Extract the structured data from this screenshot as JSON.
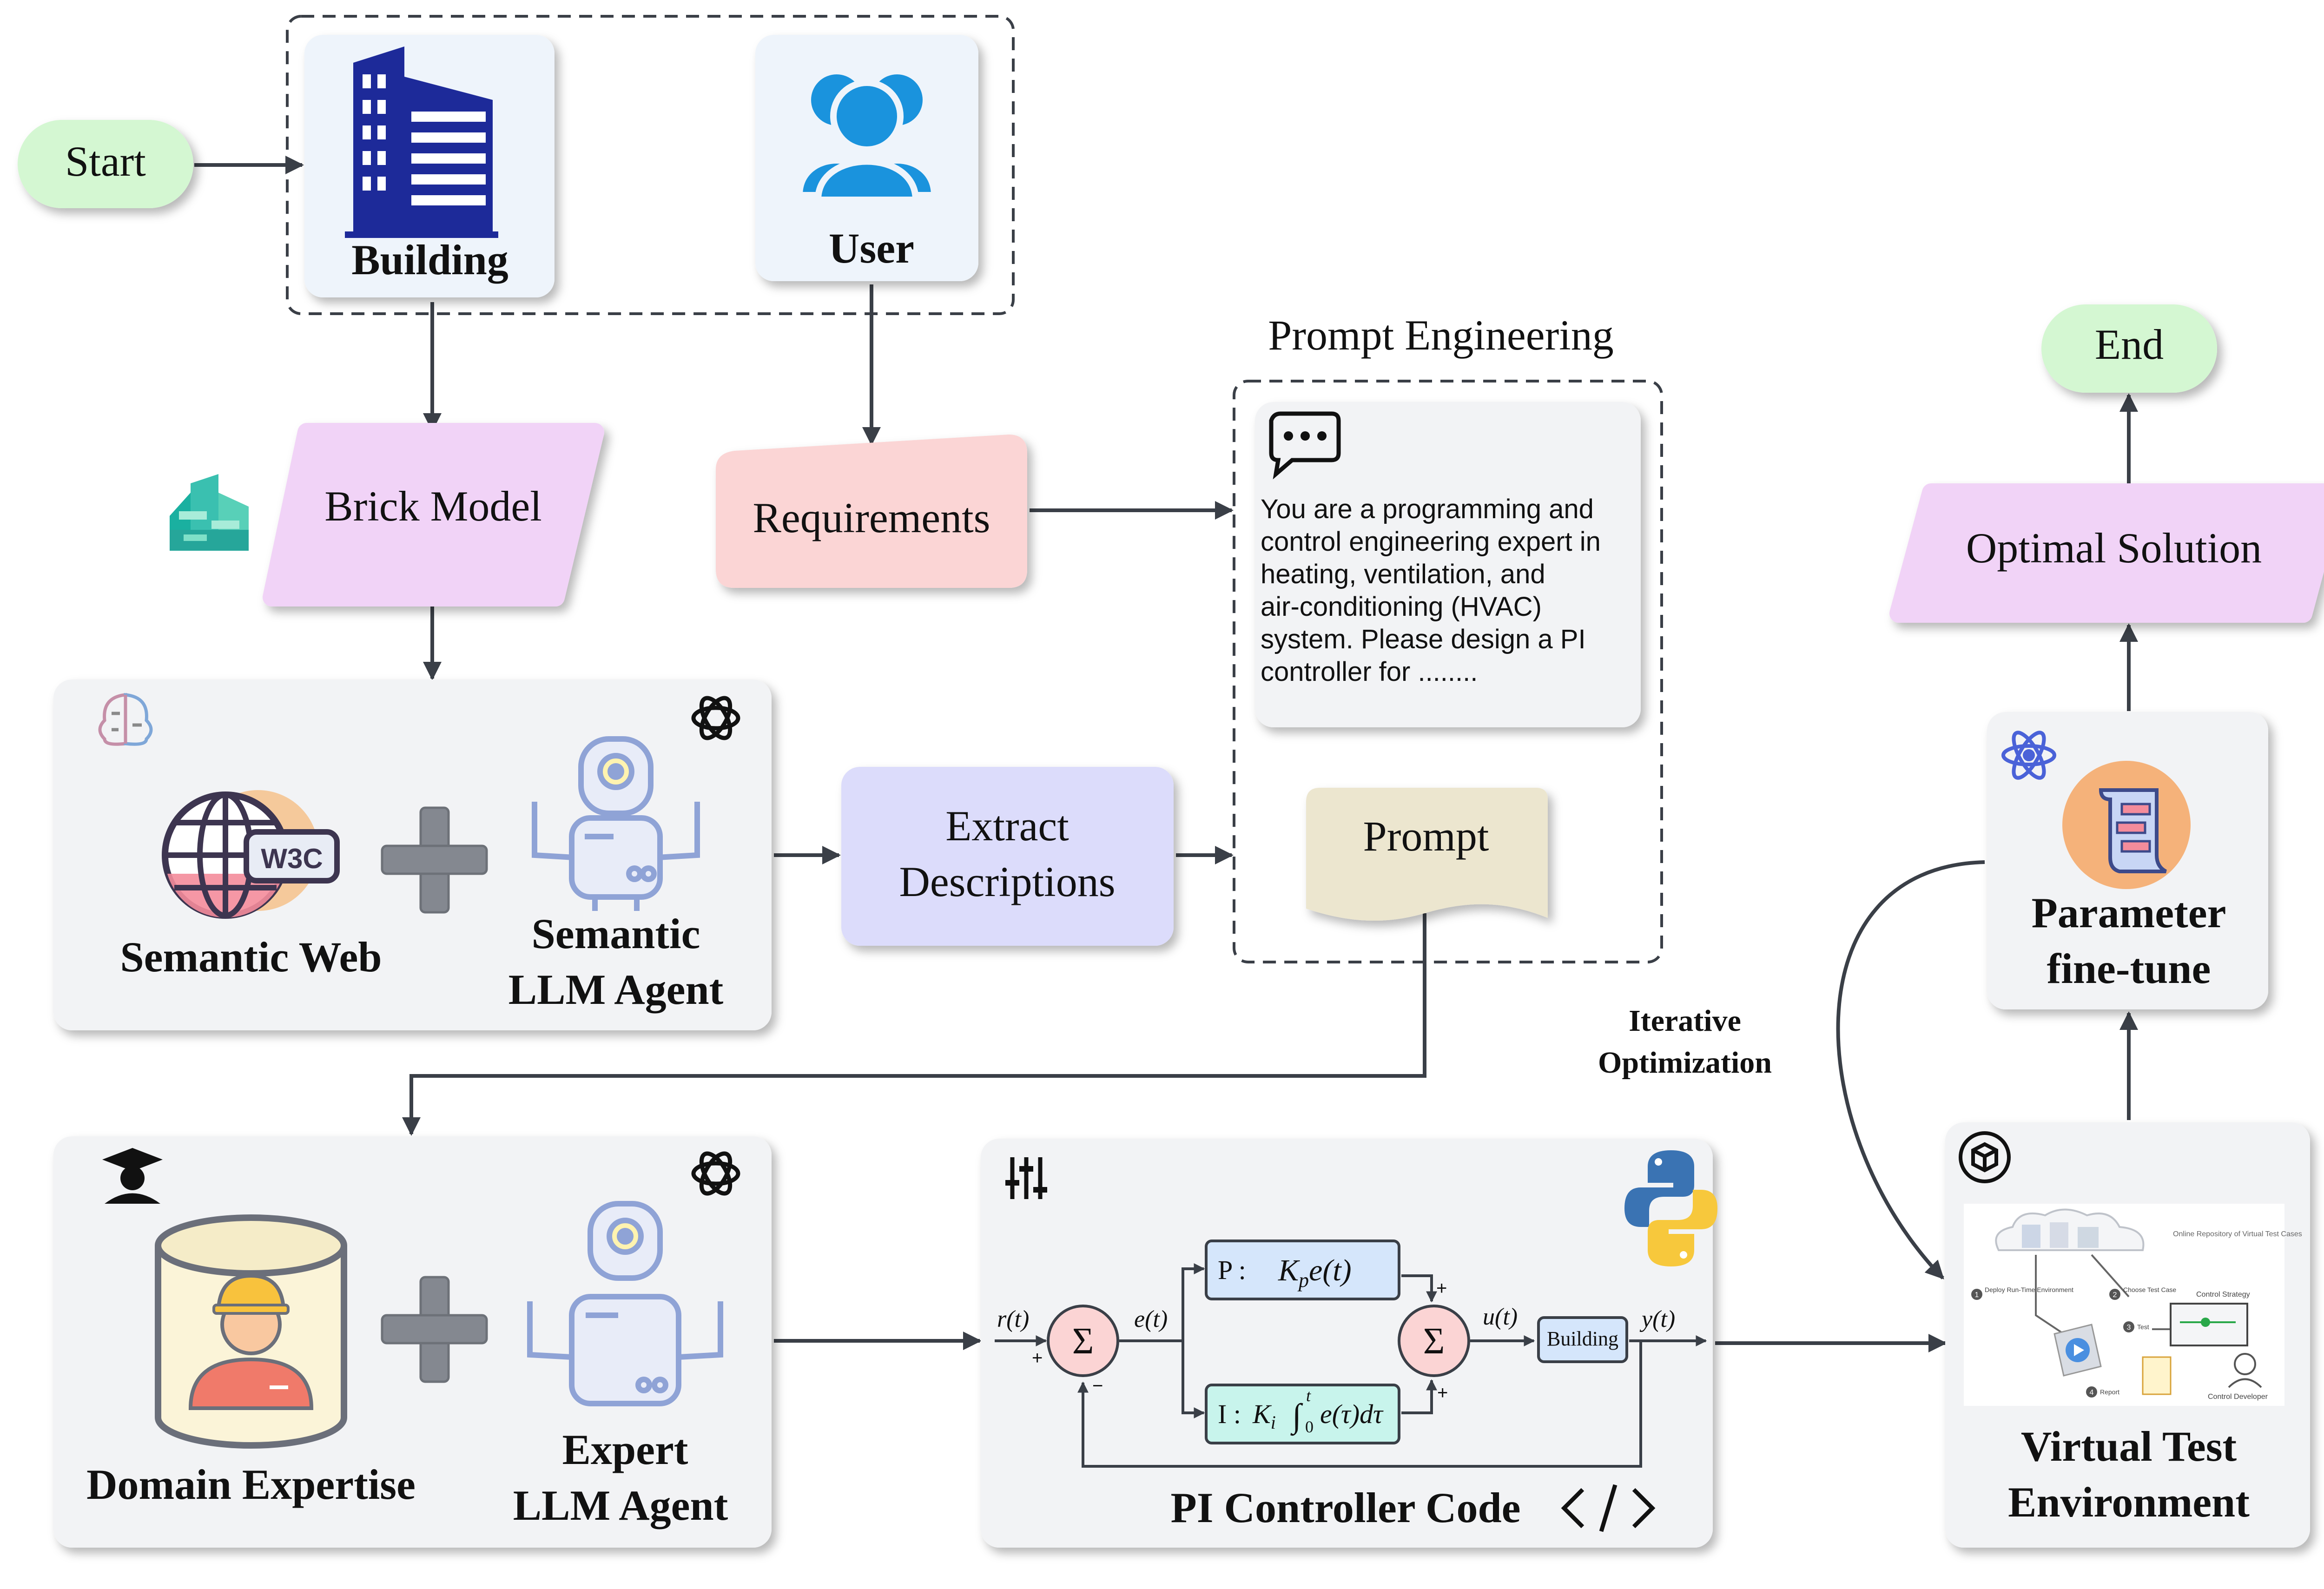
{
  "nodes": {
    "start": "Start",
    "end": "End",
    "building": "Building",
    "user": "User",
    "brick_model": "Brick Model",
    "requirements": "Requirements",
    "prompt_engineering_title": "Prompt Engineering",
    "prompt_text": [
      "You are a programming and",
      "control engineering expert in",
      "heating, ventilation, and",
      "air-conditioning (HVAC)",
      "system. Please design a PI",
      "controller for ........"
    ],
    "prompt": "Prompt",
    "semantic_web": "Semantic Web",
    "semantic_agent": [
      "Semantic",
      "LLM Agent"
    ],
    "extract_descriptions": [
      "Extract",
      "Descriptions"
    ],
    "domain_expertise": "Domain Expertise",
    "expert_agent": [
      "Expert",
      "LLM Agent"
    ],
    "pi_controller_code": "PI Controller Code",
    "virtual_test_env": [
      "Virtual Test",
      "Environment"
    ],
    "parameter_finetune": [
      "Parameter",
      "fine-tune"
    ],
    "optimal_solution": "Optimal Solution",
    "iterative_optimization": [
      "Iterative",
      "Optimization"
    ],
    "w3c": "W3C"
  },
  "controller": {
    "r": "r(t)",
    "e": "e(t)",
    "u": "u(t)",
    "y": "y(t)",
    "p_label": "P :",
    "p_expr": "K",
    "p_sub": "p",
    "p_tail": "e(t)",
    "i_label": "I :",
    "i_expr": "K",
    "i_sub": "i",
    "i_int_upper": "t",
    "i_int_lower": "0",
    "i_tail": "e(τ)dτ",
    "building_block": "Building",
    "sum_symbol": "Σ",
    "plus": "+",
    "minus": "−"
  },
  "vte_thumbnail": {
    "repo": "Online Repository of Virtual Test Cases",
    "step1": "Deploy Run-Time Environment",
    "step2": "Choose Test Case",
    "step3": "Test",
    "step4": "Report",
    "control_strategy": "Control Strategy",
    "control_developer": "Control Developer",
    "n1": "1",
    "n2": "2",
    "n3": "3",
    "n4": "4"
  },
  "colors": {
    "start_end": "#d4f7d2",
    "brick_model": "#f1d3f7",
    "requirements": "#fbd5d5",
    "extract": "#dcdcfb",
    "prompt_doc": "#ece6cf",
    "panel": "#f2f3f5",
    "card_top": "#eef4fb",
    "building_icon": "#1d2a99",
    "user_icon": "#1a93dd",
    "arrow": "#3a3f47",
    "p_block": "#d5e6fb",
    "i_block": "#c8f4ec",
    "sum_fill": "#fbd4d4",
    "robot": "#8fa3d6"
  }
}
